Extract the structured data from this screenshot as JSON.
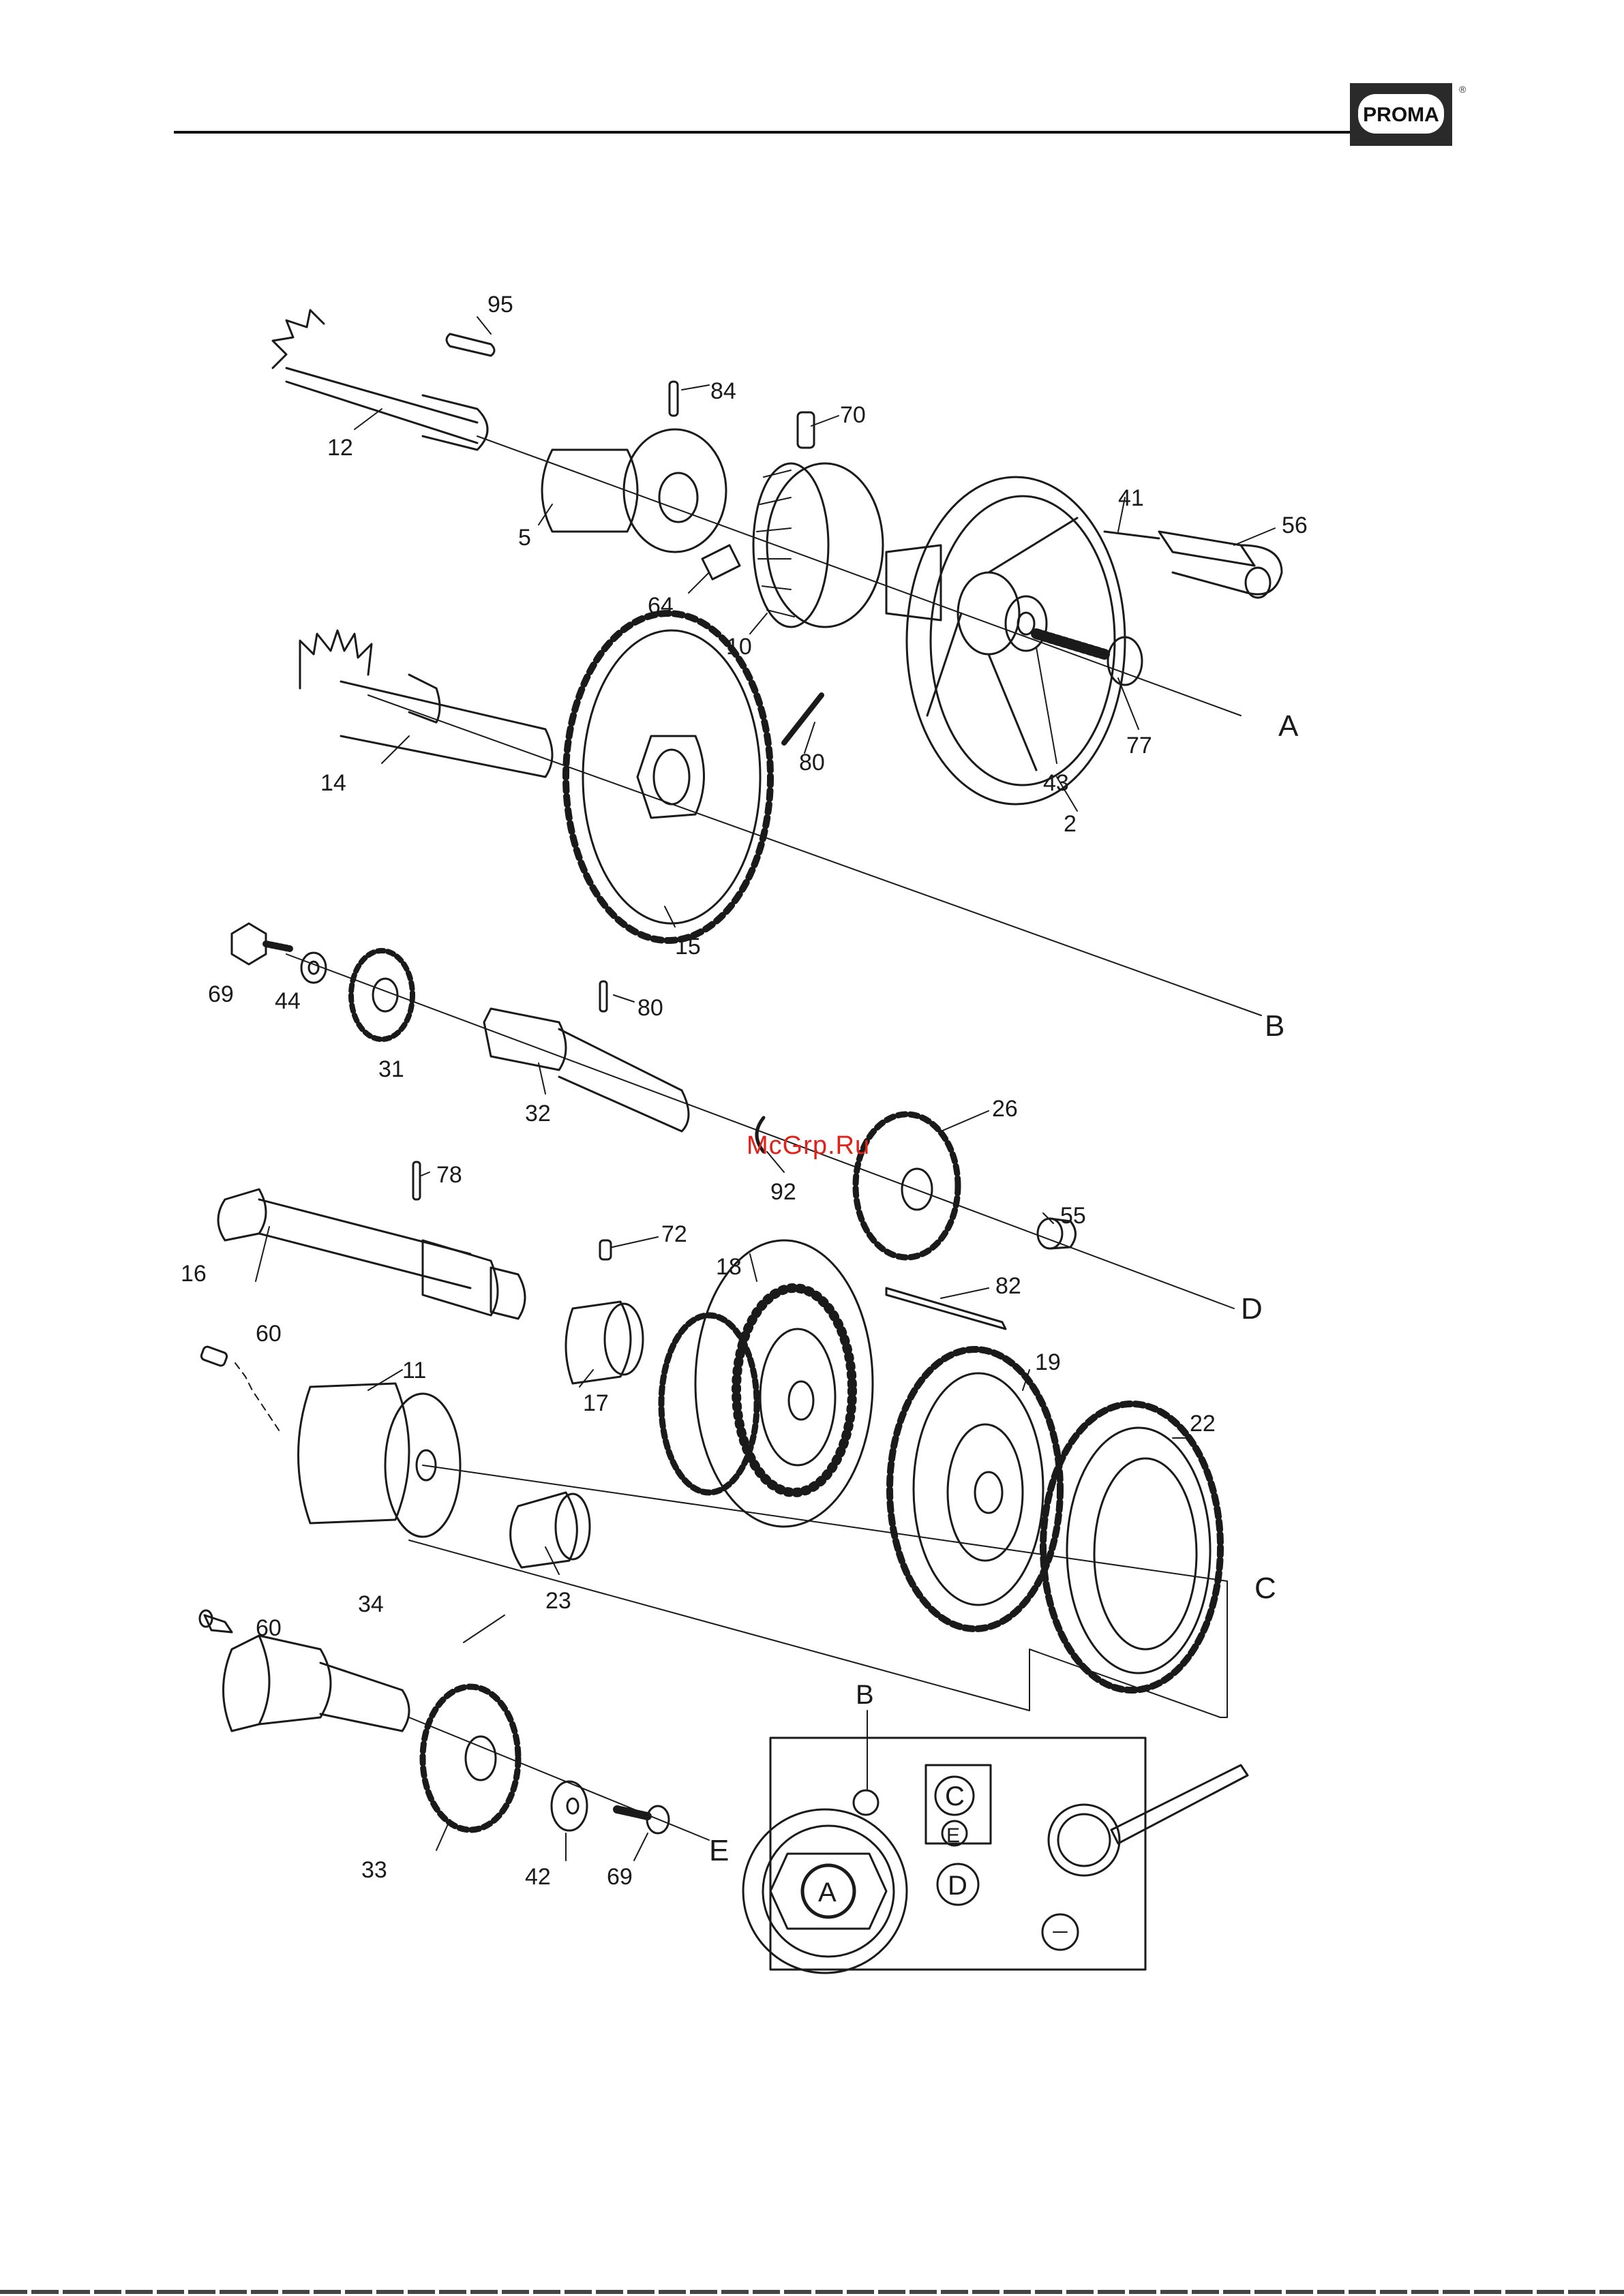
{
  "header": {
    "brand": "PROMA",
    "registered_mark": "®"
  },
  "watermark": "McGrp.Ru",
  "parts": [
    {
      "id": "p95",
      "label": "95"
    },
    {
      "id": "p84",
      "label": "84"
    },
    {
      "id": "p70",
      "label": "70"
    },
    {
      "id": "p41",
      "label": "41"
    },
    {
      "id": "p56",
      "label": "56"
    },
    {
      "id": "p12",
      "label": "12"
    },
    {
      "id": "p5",
      "label": "5"
    },
    {
      "id": "p64",
      "label": "64"
    },
    {
      "id": "p10",
      "label": "10"
    },
    {
      "id": "p43",
      "label": "43"
    },
    {
      "id": "p77",
      "label": "77"
    },
    {
      "id": "p2",
      "label": "2"
    },
    {
      "id": "p14",
      "label": "14"
    },
    {
      "id": "p80a",
      "label": "80"
    },
    {
      "id": "p15",
      "label": "15"
    },
    {
      "id": "p69a",
      "label": "69"
    },
    {
      "id": "p44",
      "label": "44"
    },
    {
      "id": "p31",
      "label": "31"
    },
    {
      "id": "p80b",
      "label": "80"
    },
    {
      "id": "p32",
      "label": "32"
    },
    {
      "id": "p92",
      "label": "92"
    },
    {
      "id": "p26",
      "label": "26"
    },
    {
      "id": "p55",
      "label": "55"
    },
    {
      "id": "p78",
      "label": "78"
    },
    {
      "id": "p16",
      "label": "16"
    },
    {
      "id": "p72",
      "label": "72"
    },
    {
      "id": "p18",
      "label": "18"
    },
    {
      "id": "p82",
      "label": "82"
    },
    {
      "id": "p60a",
      "label": "60"
    },
    {
      "id": "p11",
      "label": "11"
    },
    {
      "id": "p17",
      "label": "17"
    },
    {
      "id": "p19",
      "label": "19"
    },
    {
      "id": "p22",
      "label": "22"
    },
    {
      "id": "p23",
      "label": "23"
    },
    {
      "id": "p60b",
      "label": "60"
    },
    {
      "id": "p34",
      "label": "34"
    },
    {
      "id": "p33",
      "label": "33"
    },
    {
      "id": "p42",
      "label": "42"
    },
    {
      "id": "p69b",
      "label": "69"
    }
  ],
  "axes": {
    "A": "A",
    "B": "B",
    "C": "C",
    "D": "D",
    "E": "E"
  },
  "panel": {
    "top": "B",
    "c": "C",
    "e": "E",
    "d": "D",
    "a": "A"
  }
}
